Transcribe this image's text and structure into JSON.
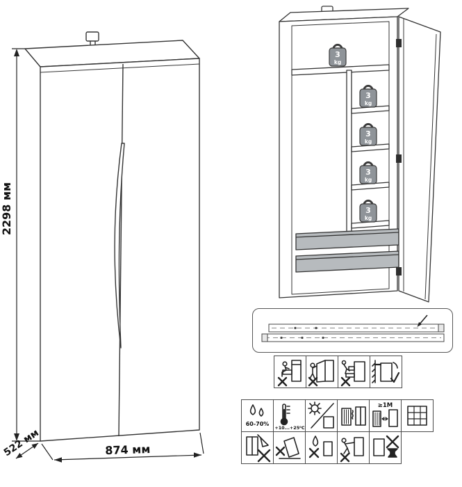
{
  "dimensions": {
    "height": "2298 мм",
    "depth": "522 мм",
    "width": "874 мм"
  },
  "open_view": {
    "shelf_load": {
      "value": "3",
      "unit": "kg"
    },
    "shelf_load_labels": [
      "3 kg",
      "3 kg",
      "3 kg",
      "3 kg",
      "3 kg"
    ]
  },
  "care": {
    "humidity": "60-70%",
    "temperature": "+10...+25⁰C",
    "min_distance": "≥1M"
  },
  "hardware": {
    "slide": "telescopic-drawer-slide"
  },
  "pictograms": {
    "row1": [
      "no-sitting-on-drawer",
      "no-leaning-on-open-door",
      "no-climbing-on-drawers",
      "anchor-to-wall"
    ],
    "row2": [
      "humidity-60-70",
      "temperature-plus10-plus25",
      "avoid-direct-sunlight",
      "keep-away-from-heaters",
      "min-1m-from-heat-source",
      "ventilated-room"
    ],
    "row3": [
      "no-sharp-objects",
      "no-tilting-while-moving",
      "no-wet-cleaning",
      "no-pushing-dragging",
      "no-heavy-loads"
    ]
  }
}
